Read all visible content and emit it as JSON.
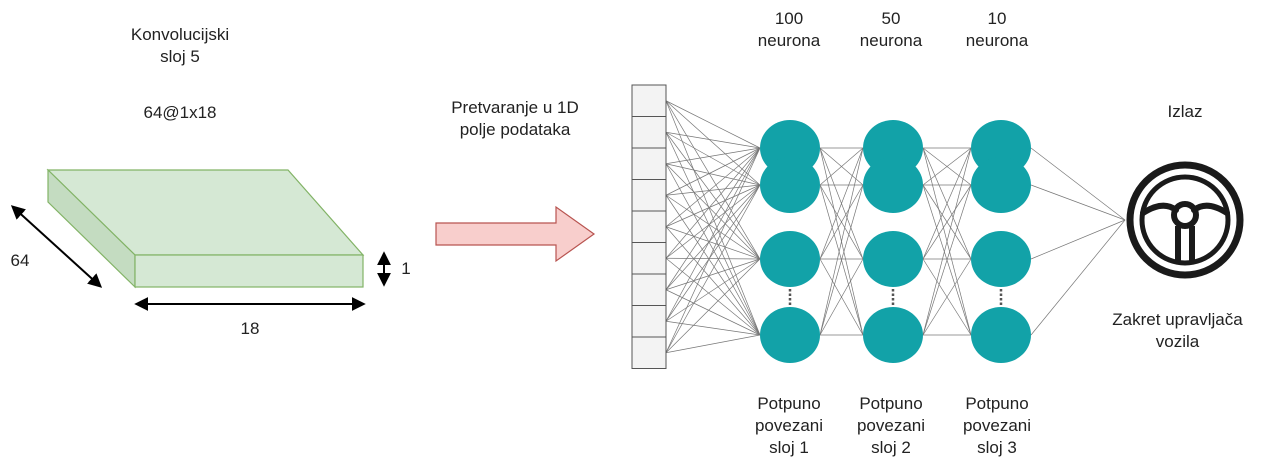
{
  "conv_layer": {
    "title_line1": "Konvolucijski",
    "title_line2": "sloj 5",
    "shape": "64@1x18",
    "depth_label": "64",
    "width_label": "18",
    "height_label": "1"
  },
  "flatten": {
    "line1": "Pretvaranje u 1D",
    "line2": "polje podataka"
  },
  "layers": [
    {
      "count": "100",
      "unit": "neurona",
      "caption1": "Potpuno",
      "caption2": "povezani",
      "caption3": "sloj 1"
    },
    {
      "count": "50",
      "unit": "neurona",
      "caption1": "Potpuno",
      "caption2": "povezani",
      "caption3": "sloj 2"
    },
    {
      "count": "10",
      "unit": "neurona",
      "caption1": "Potpuno",
      "caption2": "povezani",
      "caption3": "sloj 3"
    }
  ],
  "output": {
    "title": "Izlaz",
    "caption_line1": "Zakret upravljača",
    "caption_line2": "vozila",
    "icon": "steering-wheel-icon"
  },
  "colors": {
    "block_fill": "#d5e8d4",
    "block_stroke": "#82b366",
    "neuron_fill": "#12a2a8",
    "arrow_fill": "#f8cecc",
    "arrow_stroke": "#b85450"
  }
}
